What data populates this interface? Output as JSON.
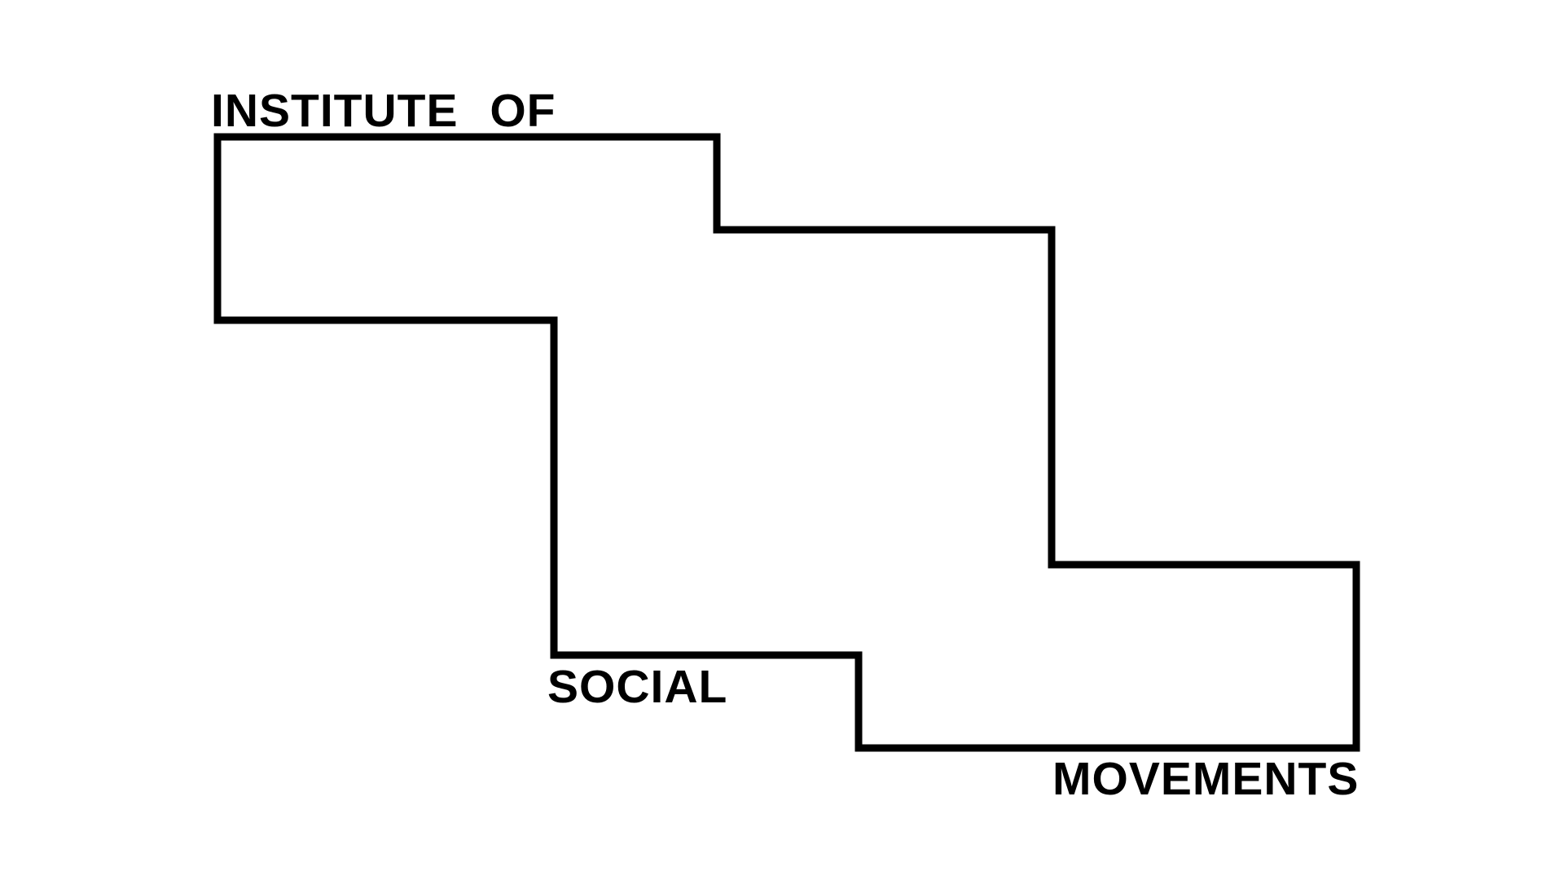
{
  "logo": {
    "line1": "INSTITUTE OF",
    "line2": "SOCIAL",
    "line3": "MOVEMENTS",
    "ink_color": "#000000",
    "background_color": "#ffffff"
  }
}
